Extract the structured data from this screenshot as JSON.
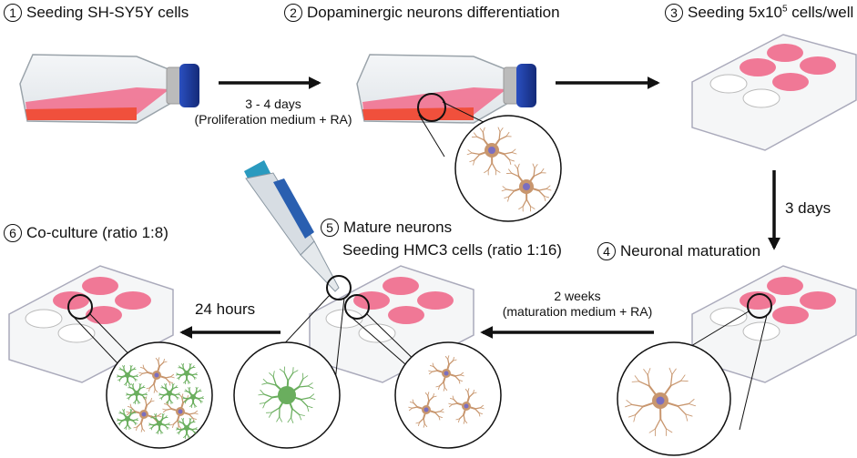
{
  "steps": {
    "s1": {
      "num": "1",
      "text": "Seeding SH-SY5Y cells"
    },
    "s2": {
      "num": "2",
      "text": "Dopaminergic neurons differentiation"
    },
    "s3": {
      "num": "3",
      "text_prefix": "Seeding 5x10",
      "sup": "5",
      "text_suffix": " cells/well"
    },
    "s4": {
      "num": "4",
      "text": "Neuronal maturation"
    },
    "s5": {
      "num": "5",
      "text": "Mature neurons",
      "subtext": "Seeding HMC3 cells (ratio 1:16)"
    },
    "s6": {
      "num": "6",
      "text": "Co-culture (ratio 1:8)"
    }
  },
  "arrows": {
    "a1": {
      "line1": "3 - 4 days",
      "line2": "(Proliferation medium + RA)"
    },
    "a3": {
      "line1": "3 days"
    },
    "a4": {
      "line1": "2 weeks",
      "line2": "(maturation medium + RA)"
    },
    "a5": {
      "line1": "24 hours"
    }
  },
  "colors": {
    "medium_pink": "#f07896",
    "medium_red": "#f0503c",
    "cap_blue": "#1c3fa0",
    "neuron_orange": "#c8966e",
    "neuron_nucleus": "#7a6ec0",
    "microglia_green": "#6aae5e"
  }
}
